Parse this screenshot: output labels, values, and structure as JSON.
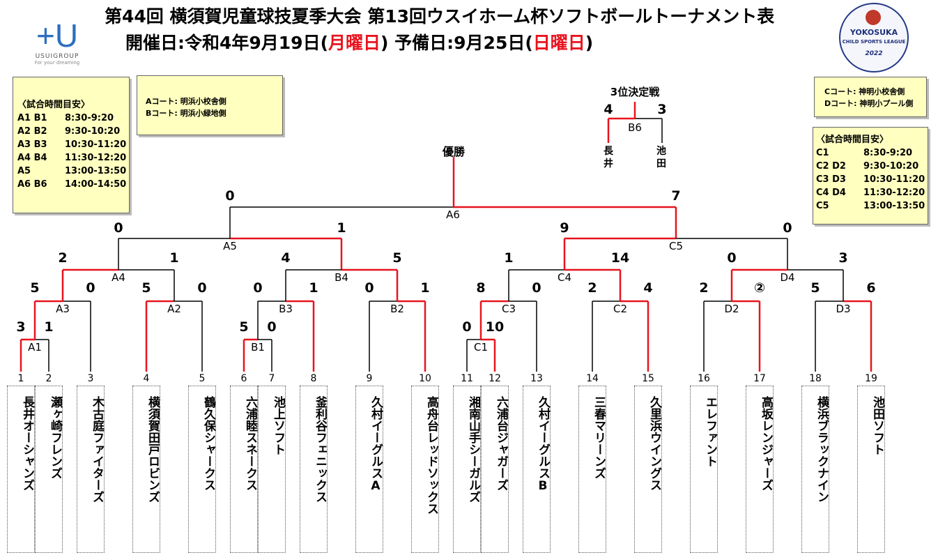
{
  "title": {
    "line1": "第44回 横須賀児童球技夏季大会 第13回ウスイホーム杯ソフトボールトーナメント表",
    "line2_a": "開催日:令和4年9月19日(",
    "line2_b": "月曜日",
    "line2_c": ") 予備日:9月25日(",
    "line2_d": "日曜日",
    "line2_e": ")"
  },
  "logo_left": {
    "mark": "+U",
    "name": "USUIGROUP",
    "tag": "For your dreaming"
  },
  "logo_right": {
    "line1": "YOKOSUKA",
    "line2": "CHILD SPORTS LEAGUE",
    "year": "2022"
  },
  "schedule_left": {
    "header": "〈試合時間目安〉",
    "rows": [
      {
        "k": "A1 B1",
        "v": "8:30-9:20"
      },
      {
        "k": "A2 B2",
        "v": "9:30-10:20"
      },
      {
        "k": "A3 B3",
        "v": "10:30-11:20"
      },
      {
        "k": "A4 B4",
        "v": "11:30-12:20"
      },
      {
        "k": "A5",
        "v": "13:00-13:50"
      },
      {
        "k": "A6 B6",
        "v": "14:00-14:50"
      }
    ]
  },
  "court_left": {
    "lines": [
      "Aコート: 明浜小校舎側",
      "Bコート: 明浜小緑地側"
    ]
  },
  "court_right": {
    "lines": [
      "Cコート: 神明小校舎側",
      "Dコート: 神明小プール側"
    ]
  },
  "schedule_right": {
    "header": "〈試合時間目安〉",
    "rows": [
      {
        "k": "C1",
        "v": "8:30-9:20"
      },
      {
        "k": "C2 D2",
        "v": "9:30-10:20"
      },
      {
        "k": "C3 D3",
        "v": "10:30-11:20"
      },
      {
        "k": "C4 D4",
        "v": "11:30-12:20"
      },
      {
        "k": "C5",
        "v": "13:00-13:50"
      }
    ]
  },
  "champion_label": "優勝",
  "third_place": {
    "label": "3位決定戦",
    "match": "B6",
    "left_score": "4",
    "right_score": "3",
    "left_team": "長井",
    "right_team": "池田"
  },
  "matches": [
    {
      "id": "A1",
      "label": "A1",
      "left_score": "3",
      "right_score": "1"
    },
    {
      "id": "A2",
      "label": "A2",
      "left_score": "5",
      "right_score": "0"
    },
    {
      "id": "A3",
      "label": "A3",
      "left_score": "5",
      "right_score": "0"
    },
    {
      "id": "A4",
      "label": "A4",
      "left_score": "2",
      "right_score": "1"
    },
    {
      "id": "A5",
      "label": "A5",
      "left_score": "0",
      "right_score": "1"
    },
    {
      "id": "B1",
      "label": "B1",
      "left_score": "5",
      "right_score": "0"
    },
    {
      "id": "B2",
      "label": "B2",
      "left_score": "0",
      "right_score": "1"
    },
    {
      "id": "B3",
      "label": "B3",
      "left_score": "0",
      "right_score": "1"
    },
    {
      "id": "B4",
      "label": "B4",
      "left_score": "4",
      "right_score": "5"
    },
    {
      "id": "A6",
      "label": "A6",
      "left_score": "0",
      "right_score": "7"
    },
    {
      "id": "C1",
      "label": "C1",
      "left_score": "0",
      "right_score": "10"
    },
    {
      "id": "C2",
      "label": "C2",
      "left_score": "2",
      "right_score": "4"
    },
    {
      "id": "C3",
      "label": "C3",
      "left_score": "8",
      "right_score": "0"
    },
    {
      "id": "C4",
      "label": "C4",
      "left_score": "1",
      "right_score": "14"
    },
    {
      "id": "C5",
      "label": "C5",
      "left_score": "9",
      "right_score": "0"
    },
    {
      "id": "D2",
      "label": "D2",
      "left_score": "2",
      "right_score": "②"
    },
    {
      "id": "D3",
      "label": "D3",
      "left_score": "5",
      "right_score": "6"
    },
    {
      "id": "D4",
      "label": "D4",
      "left_score": "0",
      "right_score": "3"
    }
  ],
  "teams": [
    {
      "num": "1",
      "name": "長井オーシャンズ"
    },
    {
      "num": "2",
      "name": "瀬ヶ崎フレンズ"
    },
    {
      "num": "3",
      "name": "木古庭ファイターズ"
    },
    {
      "num": "4",
      "name": "横須賀田戸ロビンズ"
    },
    {
      "num": "5",
      "name": "鶴久保シャークス"
    },
    {
      "num": "6",
      "name": "六浦睦スネークス"
    },
    {
      "num": "7",
      "name": "池上ソフト"
    },
    {
      "num": "8",
      "name": "釜利谷フェニックス"
    },
    {
      "num": "9",
      "name": "久村イーグルスA"
    },
    {
      "num": "10",
      "name": "高舟台レッドソックス"
    },
    {
      "num": "11",
      "name": "湘南山手シーガルズ"
    },
    {
      "num": "12",
      "name": "六浦台ジャガーズ"
    },
    {
      "num": "13",
      "name": "久村イーグルスB"
    },
    {
      "num": "14",
      "name": "三春マリーンズ"
    },
    {
      "num": "15",
      "name": "久里浜ウイングス"
    },
    {
      "num": "16",
      "name": "エレファント"
    },
    {
      "num": "17",
      "name": "高坂レンジャーズ"
    },
    {
      "num": "18",
      "name": "横浜ブラックナイン"
    },
    {
      "num": "19",
      "name": "池田ソフト"
    }
  ],
  "colors": {
    "winner_line": "#e8141e",
    "loser_line": "#000000",
    "note_bg": "#ffffc0"
  }
}
